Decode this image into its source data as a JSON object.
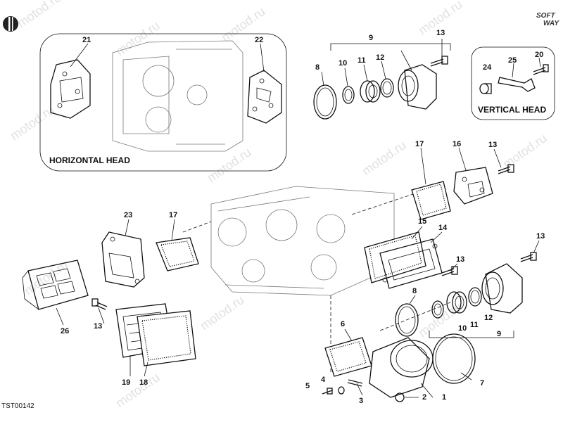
{
  "diagram": {
    "code": "TST00142",
    "captions": {
      "horizontal_head": "HORIZONTAL HEAD",
      "vertical_head": "VERTICAL HEAD"
    },
    "brand": {
      "line1": "SOFT",
      "line2": "WAY"
    },
    "watermark": "motod.ru",
    "callouts": [
      {
        "id": "c21",
        "text": "21"
      },
      {
        "id": "c22",
        "text": "22"
      },
      {
        "id": "c9a",
        "text": "9"
      },
      {
        "id": "c13a",
        "text": "13"
      },
      {
        "id": "c8a",
        "text": "8"
      },
      {
        "id": "c10a",
        "text": "10"
      },
      {
        "id": "c11a",
        "text": "11"
      },
      {
        "id": "c12a",
        "text": "12"
      },
      {
        "id": "c20",
        "text": "20"
      },
      {
        "id": "c25",
        "text": "25"
      },
      {
        "id": "c24",
        "text": "24"
      },
      {
        "id": "c17a",
        "text": "17"
      },
      {
        "id": "c16",
        "text": "16"
      },
      {
        "id": "c13b",
        "text": "13"
      },
      {
        "id": "c23",
        "text": "23"
      },
      {
        "id": "c17b",
        "text": "17"
      },
      {
        "id": "c15",
        "text": "15"
      },
      {
        "id": "c14",
        "text": "14"
      },
      {
        "id": "c13c",
        "text": "13"
      },
      {
        "id": "c13d",
        "text": "13"
      },
      {
        "id": "c8b",
        "text": "8"
      },
      {
        "id": "c26",
        "text": "26"
      },
      {
        "id": "c13e",
        "text": "13"
      },
      {
        "id": "c10b",
        "text": "10"
      },
      {
        "id": "c11b",
        "text": "11"
      },
      {
        "id": "c12b",
        "text": "12"
      },
      {
        "id": "c9b",
        "text": "9"
      },
      {
        "id": "c6",
        "text": "6"
      },
      {
        "id": "c7",
        "text": "7"
      },
      {
        "id": "c19",
        "text": "19"
      },
      {
        "id": "c18",
        "text": "18"
      },
      {
        "id": "c4",
        "text": "4"
      },
      {
        "id": "c5",
        "text": "5"
      },
      {
        "id": "c3",
        "text": "3"
      },
      {
        "id": "c2",
        "text": "2"
      },
      {
        "id": "c1",
        "text": "1"
      }
    ]
  }
}
